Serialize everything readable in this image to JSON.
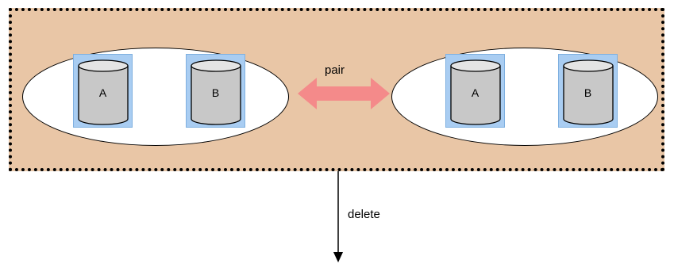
{
  "diagram": {
    "pair_label": "pair",
    "delete_label": "delete",
    "left_group": {
      "volumes": [
        {
          "label": "A"
        },
        {
          "label": "B"
        }
      ]
    },
    "right_group": {
      "volumes": [
        {
          "label": "A"
        },
        {
          "label": "B"
        }
      ]
    },
    "colors": {
      "band": "#e9c6a6",
      "volume_highlight": "#a9cdf2",
      "cylinder": "#c8c8c8",
      "pair_arrow": "#f48a8a"
    }
  }
}
